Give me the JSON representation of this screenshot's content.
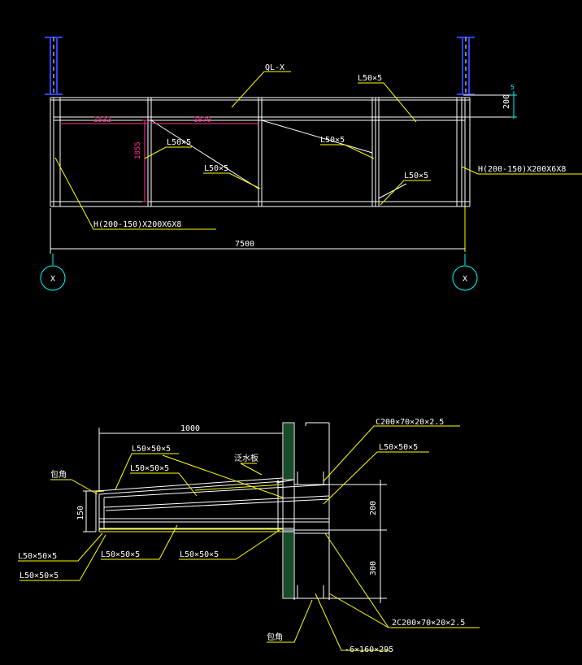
{
  "elevation": {
    "ql_label": "QL-X",
    "angle_top_right": "L50×5",
    "dim_bay1": "1532",
    "dim_bay2": "1870",
    "dim_height": "1855",
    "angle_a": "L50×5",
    "angle_b": "L50×5",
    "angle_c": "L50×5",
    "angle_d": "L50×5",
    "beam_right": "H(200-150)X200X6X8",
    "beam_left": "H(200-150)X200X6X8",
    "dim_side_small": "5",
    "dim_side": "200",
    "span": "7500",
    "axis_left": "X",
    "axis_right": "X"
  },
  "section": {
    "dim_width": "1000",
    "channel_top": "C200×70×20×2.5",
    "angle_1": "L50×50×5",
    "angle_2": "L50×50×5",
    "angle_3": "L50×50×5",
    "flashing": "泛水板",
    "corner_top": "包角",
    "dim_150": "150",
    "dim_200": "200",
    "dim_300": "300",
    "angle_4": "L50×50×5",
    "angle_5": "L50×50×5",
    "angle_6": "L50×50×5",
    "angle_7": "L50×50×5",
    "channel_bottom": "2C200×70×20×2.5",
    "corner_bottom": "包角",
    "plate": "-6×160×295"
  },
  "colors": {
    "background": "#000000",
    "line": "#ffffff",
    "label": "#ffffff",
    "leader": "#ffff00",
    "dimension": "#00ffff",
    "magenta": "#ff3399",
    "column": "#3344ff"
  }
}
